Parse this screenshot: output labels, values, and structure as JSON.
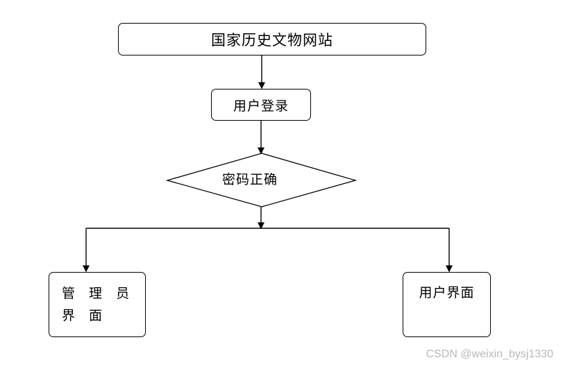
{
  "diagram": {
    "nodes": {
      "site": "国家历史文物网站",
      "login": "用户登录",
      "check": "密码正确",
      "admin": "管 理 员 界 面",
      "user": "用户界面"
    }
  },
  "watermark": "CSDN @weixin_bysj1330"
}
